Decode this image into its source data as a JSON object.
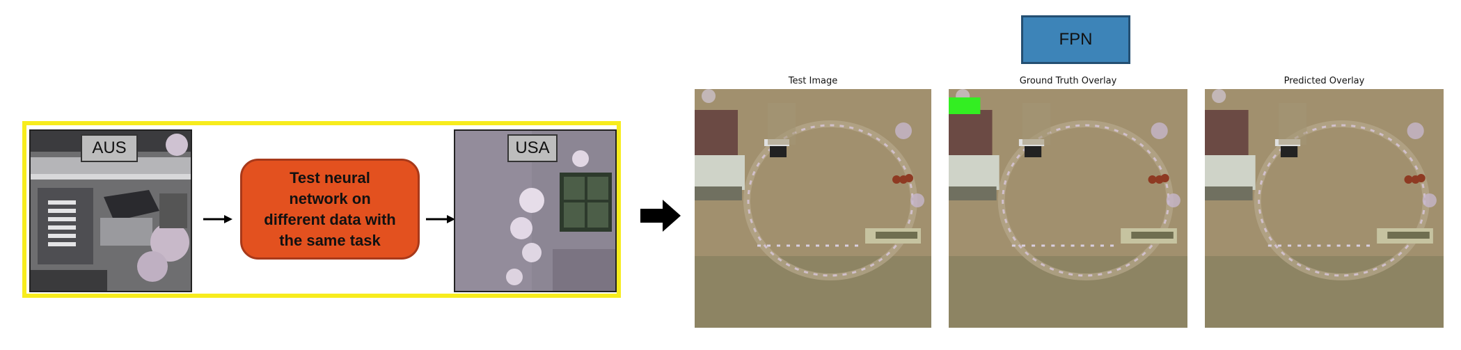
{
  "domain_box": {
    "source_label": "AUS",
    "target_label": "USA",
    "process_text": "Test neural\nnetwork on\ndifferent data with\nthe same task"
  },
  "model": {
    "name": "FPN"
  },
  "panels": [
    {
      "title": "Test Image"
    },
    {
      "title": "Ground Truth Overlay"
    },
    {
      "title": "Predicted Overlay"
    }
  ],
  "colors": {
    "frame": "#f7ec1d",
    "process_box": "#e3511f",
    "model_box": "#3d84b8",
    "overlay_highlight": "#33ee22"
  }
}
